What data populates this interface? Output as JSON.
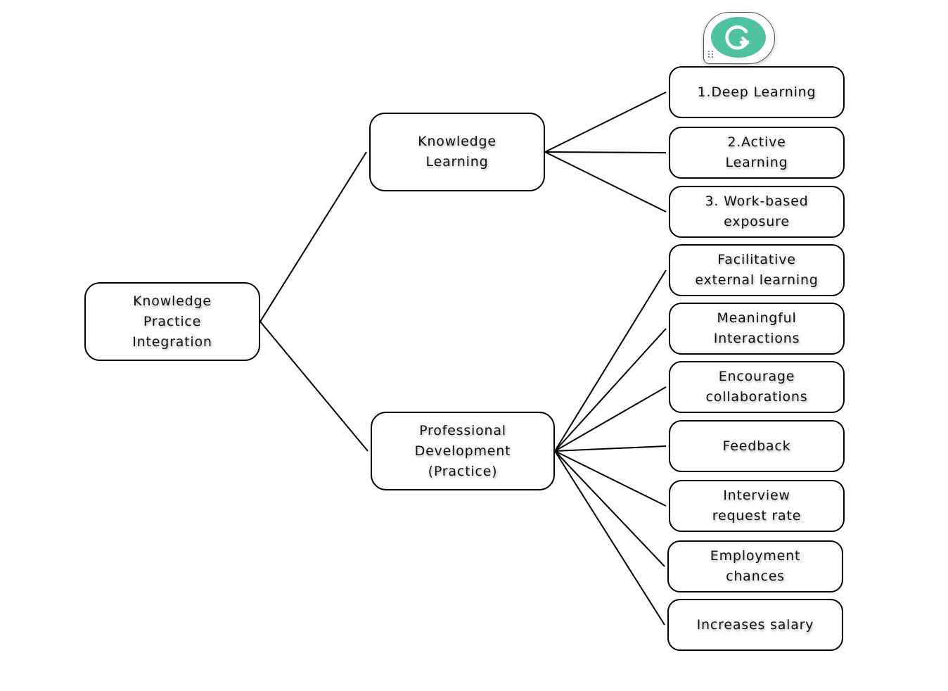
{
  "diagram": {
    "title": "Knowledge Practice Integration framework",
    "root": {
      "id": "root",
      "label": "Knowledge\nPractice\nIntegration"
    },
    "branches": [
      {
        "id": "kl",
        "label": "Knowledge\nLearning",
        "children": [
          {
            "id": "l0",
            "label": "1.Deep Learning"
          },
          {
            "id": "l1",
            "label": "2.Active\nLearning"
          },
          {
            "id": "l2",
            "label": "3. Work-based\nexposure"
          }
        ]
      },
      {
        "id": "pd",
        "label": "Professional\nDevelopment\n(Practice)",
        "children": [
          {
            "id": "l3",
            "label": "Facilitative\nexternal learning"
          },
          {
            "id": "l4",
            "label": "Meaningful\nInteractions"
          },
          {
            "id": "l5",
            "label": "Encourage\ncollaborations"
          },
          {
            "id": "l6",
            "label": "Feedback"
          },
          {
            "id": "l7",
            "label": "Interview\nrequest rate"
          },
          {
            "id": "l8",
            "label": "Employment\nchances"
          },
          {
            "id": "l9",
            "label": "Increases salary"
          }
        ]
      }
    ],
    "edges": [
      [
        "root",
        "kl"
      ],
      [
        "root",
        "pd"
      ],
      [
        "kl",
        "l0"
      ],
      [
        "kl",
        "l1"
      ],
      [
        "kl",
        "l2"
      ],
      [
        "pd",
        "l3"
      ],
      [
        "pd",
        "l4"
      ],
      [
        "pd",
        "l5"
      ],
      [
        "pd",
        "l6"
      ],
      [
        "pd",
        "l7"
      ],
      [
        "pd",
        "l8"
      ],
      [
        "pd",
        "l9"
      ]
    ]
  },
  "overlay": {
    "grammarly_badge": {
      "icon": "grammarly-g-icon",
      "color": "#4fc3a1"
    }
  }
}
